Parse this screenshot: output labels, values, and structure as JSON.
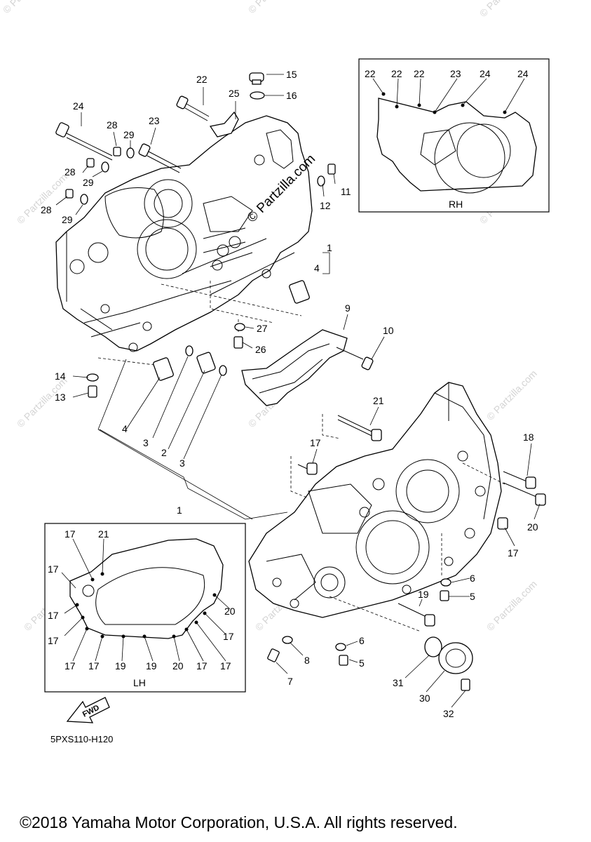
{
  "watermark": {
    "main_text": "© Partzilla.com",
    "tile_text": "© Partzilla.com"
  },
  "callouts": {
    "c1": "1",
    "c2": "2",
    "c3a": "3",
    "c3b": "3",
    "c4a": "4",
    "c4b": "4",
    "c1b": "1",
    "c5a": "5",
    "c5b": "5",
    "c6a": "6",
    "c6b": "6",
    "c7": "7",
    "c8": "8",
    "c9": "9",
    "c10": "10",
    "c11": "11",
    "c12": "12",
    "c13": "13",
    "c14": "14",
    "c15": "15",
    "c16": "16",
    "c17a": "17",
    "c17b": "17",
    "c18": "18",
    "c19": "19",
    "c20": "20",
    "c21": "21",
    "c22": "22",
    "c23": "23",
    "c24": "24",
    "c25": "25",
    "c26": "26",
    "c27": "27",
    "c28a": "28",
    "c28b": "28",
    "c28c": "28",
    "c29a": "29",
    "c29b": "29",
    "c29c": "29",
    "c30": "30",
    "c31": "31",
    "c32": "32"
  },
  "rh_inset": {
    "title": "RH",
    "labels": [
      "22",
      "22",
      "22",
      "23",
      "24",
      "24"
    ]
  },
  "lh_inset": {
    "title": "LH",
    "top_labels": [
      "17",
      "21"
    ],
    "left_labels": [
      "17",
      "17",
      "17"
    ],
    "bottom_labels": [
      "17",
      "17",
      "19",
      "19",
      "20",
      "17",
      "17"
    ],
    "right_labels": [
      "20",
      "17"
    ]
  },
  "fwd_label": "FWD",
  "diagram_code": "5PXS110-H120",
  "copyright": "©2018 Yamaha Motor Corporation, U.S.A. All rights reserved."
}
